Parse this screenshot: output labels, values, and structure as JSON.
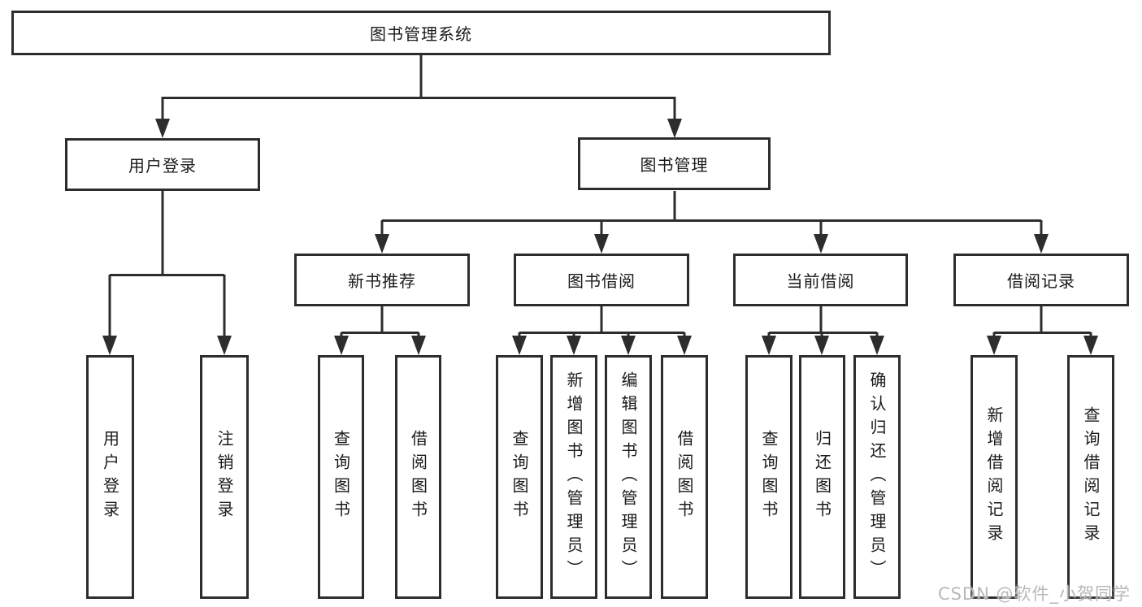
{
  "diagram": {
    "type": "hierarchy",
    "colors": {
      "line": "#2d2d2d",
      "box_border": "#2d2d2d",
      "text": "#1a1a1a",
      "background": "#ffffff",
      "watermark": "#b8b8b8"
    },
    "watermark": "CSDN @软件_小贺同学",
    "tree": {
      "label": "图书管理系统",
      "children": [
        {
          "label": "用户登录",
          "children": [
            {
              "label": "用户登录"
            },
            {
              "label": "注销登录"
            }
          ]
        },
        {
          "label": "图书管理",
          "children": [
            {
              "label": "新书推荐",
              "children": [
                {
                  "label": "查询图书"
                },
                {
                  "label": "借阅图书"
                }
              ]
            },
            {
              "label": "图书借阅",
              "children": [
                {
                  "label": "查询图书"
                },
                {
                  "label": "新增图书（管理员）"
                },
                {
                  "label": "编辑图书（管理员）"
                },
                {
                  "label": "借阅图书"
                }
              ]
            },
            {
              "label": "当前借阅",
              "children": [
                {
                  "label": "查询图书"
                },
                {
                  "label": "归还图书"
                },
                {
                  "label": "确认归还（管理员）"
                }
              ]
            },
            {
              "label": "借阅记录",
              "children": [
                {
                  "label": "新增借阅记录"
                },
                {
                  "label": "查询借阅记录"
                }
              ]
            }
          ]
        }
      ]
    }
  }
}
